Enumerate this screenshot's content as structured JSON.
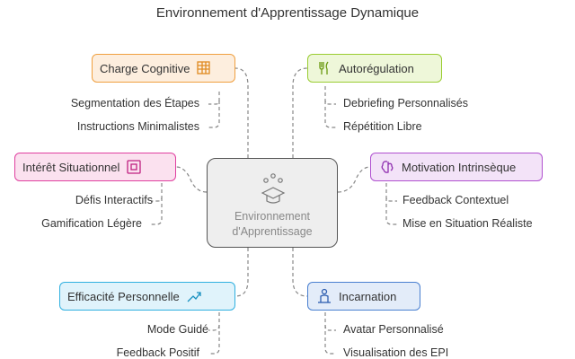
{
  "title": "Environnement d'Apprentissage Dynamique",
  "center": {
    "line1": "Environnement",
    "line2": "d'Apprentissage"
  },
  "nodes": [
    {
      "label": "Charge Cognitive",
      "icon": "table-icon",
      "color": "#f0a040",
      "fill": "#fdeede",
      "items": [
        "Segmentation des Étapes",
        "Instructions Minimalistes"
      ]
    },
    {
      "label": "Autorégulation",
      "icon": "utensils-icon",
      "color": "#9acd32",
      "fill": "#eef7d9",
      "items": [
        "Debriefing Personnalisés",
        "Répétition Libre"
      ]
    },
    {
      "label": "Intérêt Situationnel",
      "icon": "frame-icon",
      "color": "#e040a0",
      "fill": "#fbe1ef",
      "items": [
        "Défis Interactifs",
        "Gamification Légère"
      ]
    },
    {
      "label": "Motivation Intrinsèque",
      "icon": "brain-icon",
      "color": "#b050d0",
      "fill": "#f3e3f8",
      "items": [
        "Feedback Contextuel",
        "Mise en Situation Réaliste"
      ]
    },
    {
      "label": "Efficacité Personnelle",
      "icon": "growth-icon",
      "color": "#30b0e0",
      "fill": "#e0f3fb",
      "items": [
        "Mode Guidé",
        "Feedback Positif"
      ]
    },
    {
      "label": "Incarnation",
      "icon": "person-icon",
      "color": "#4a80d0",
      "fill": "#e3ecf9",
      "items": [
        "Avatar Personnalisé",
        "Visualisation des EPI"
      ]
    }
  ]
}
